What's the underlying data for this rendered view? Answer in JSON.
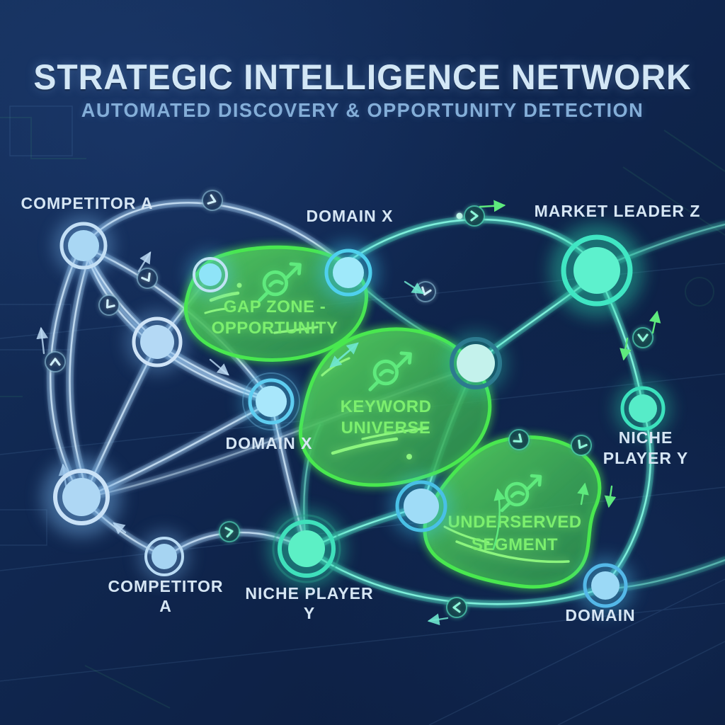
{
  "header": {
    "title": "STRATEGIC INTELLIGENCE NETWORK",
    "subtitle": "AUTOMATED DISCOVERY & OPPORTUNITY DETECTION"
  },
  "nodes": {
    "competitor_a_top": {
      "label": "COMPETITOR A"
    },
    "domain_x_top": {
      "label": "DOMAIN X"
    },
    "market_leader_z": {
      "label": "MARKET LEADER Z"
    },
    "domain_x_mid": {
      "label": "DOMAIN X"
    },
    "niche_player_y_right": {
      "line1": "NICHE",
      "line2": "PLAYER Y"
    },
    "competitor_a_bottom": {
      "line1": "COMPETITOR",
      "line2": "A"
    },
    "niche_player_y_bottom": {
      "line1": "NICHE PLAYER",
      "line2": "Y"
    },
    "domain_bottom": {
      "label": "DOMAIN"
    }
  },
  "zones": {
    "gap_zone": {
      "line1": "GAP ZONE -",
      "line2": "OPPORTUNITY",
      "icon": "magnifier-trend-icon"
    },
    "keyword_universe": {
      "line1": "KEYWORD",
      "line2": "UNIVERSE",
      "icon": "magnifier-trend-icon"
    },
    "underserved_segment": {
      "line1": "UNDERSERVED",
      "line2": "SEGMENT",
      "icon": "magnifier-trend-icon"
    }
  },
  "colors": {
    "background": "#0f2246",
    "node_blue": "#a9d7f4",
    "node_cyan": "#8fe4f8",
    "node_teal": "#5df1cd",
    "zone_green": "#4ae84f",
    "zone_text": "#7bef6e",
    "label_text": "#d6e6f4",
    "connection_blue": "#9ac6ea",
    "connection_teal": "#57e8c6"
  }
}
